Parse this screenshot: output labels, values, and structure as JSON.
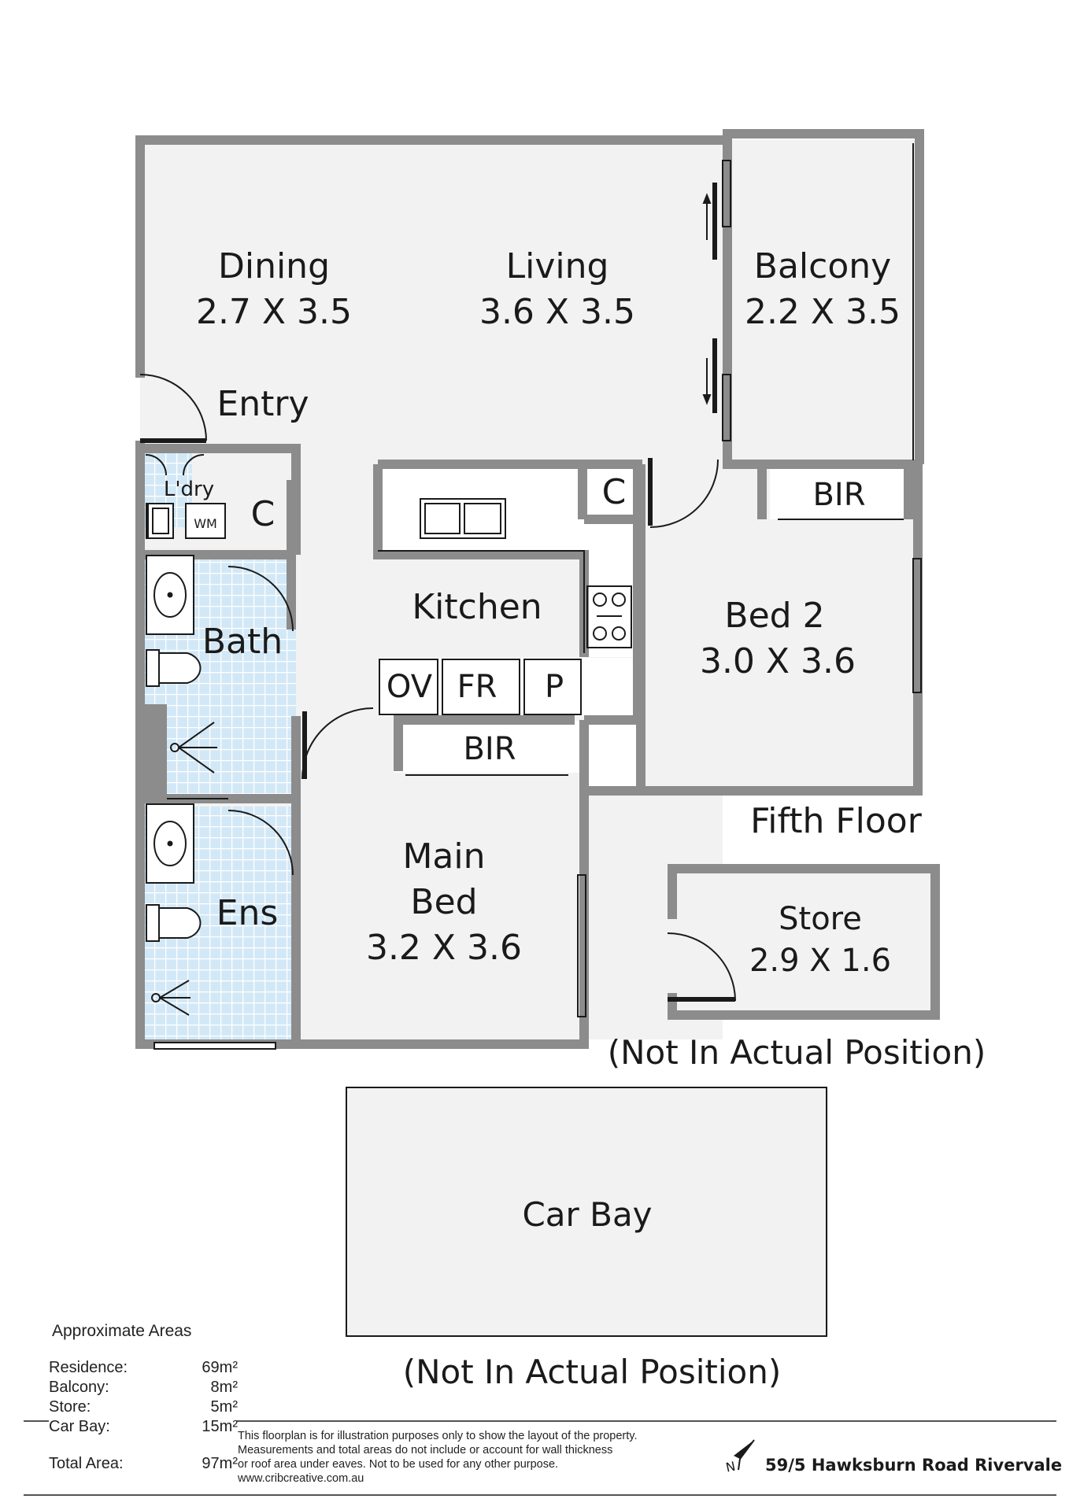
{
  "rooms": {
    "dining": {
      "name": "Dining",
      "size": "2.7 X 3.5"
    },
    "living": {
      "name": "Living",
      "size": "3.6 X 3.5"
    },
    "balcony": {
      "name": "Balcony",
      "size": "2.2 X 3.5"
    },
    "entry": {
      "name": "Entry"
    },
    "laundry": {
      "name": "L'dry",
      "wm": "WM"
    },
    "cupboard_laundry": "C",
    "cupboard_kitchen": "C",
    "kitchen": {
      "name": "Kitchen",
      "oven": "OV",
      "fridge": "FR",
      "pantry": "P"
    },
    "bir_bed2": "BIR",
    "bir_main": "BIR",
    "bath": {
      "name": "Bath"
    },
    "bed2": {
      "name": "Bed 2",
      "size": "3.0 X 3.6"
    },
    "ensuite": {
      "name": "Ens"
    },
    "main_bed": {
      "name_line1": "Main",
      "name_line2": "Bed",
      "size": "3.2 X 3.6"
    },
    "store": {
      "name": "Store",
      "size": "2.9 X 1.6"
    },
    "car_bay": {
      "name": "Car Bay"
    }
  },
  "floor_label": "Fifth Floor",
  "store_note": "(Not In Actual Position)",
  "carbay_note": "(Not In Actual Position)",
  "areas": {
    "heading": "Approximate Areas",
    "rows": [
      {
        "label": "Residence:",
        "value": "69m²"
      },
      {
        "label": "Balcony:",
        "value": "8m²"
      },
      {
        "label": "Store:",
        "value": "5m²"
      },
      {
        "label": "Car Bay:",
        "value": "15m²"
      }
    ],
    "total": {
      "label": "Total Area:",
      "value": "97m²"
    }
  },
  "disclaimer": {
    "line1": "This floorplan is for illustration purposes only to show the layout of the property.",
    "line2": "Measurements and total areas do not include or account for wall thickness",
    "line3": "or roof area under eaves. Not to be used for any other purpose.",
    "line4": "www.cribcreative.com.au"
  },
  "compass_letter": "N",
  "address": "59/5 Hawksburn Road Rivervale",
  "colors": {
    "wall": "#8c8c8c",
    "floor": "#f2f2f2",
    "tile": "#cfe6f5",
    "line": "#1a1a1a"
  },
  "icons": [
    "door-swing-icon",
    "toilet-icon",
    "basin-icon",
    "shower-icon",
    "sink-icon",
    "cooktop-icon",
    "north-arrow-icon",
    "sliding-arrow-icon"
  ]
}
